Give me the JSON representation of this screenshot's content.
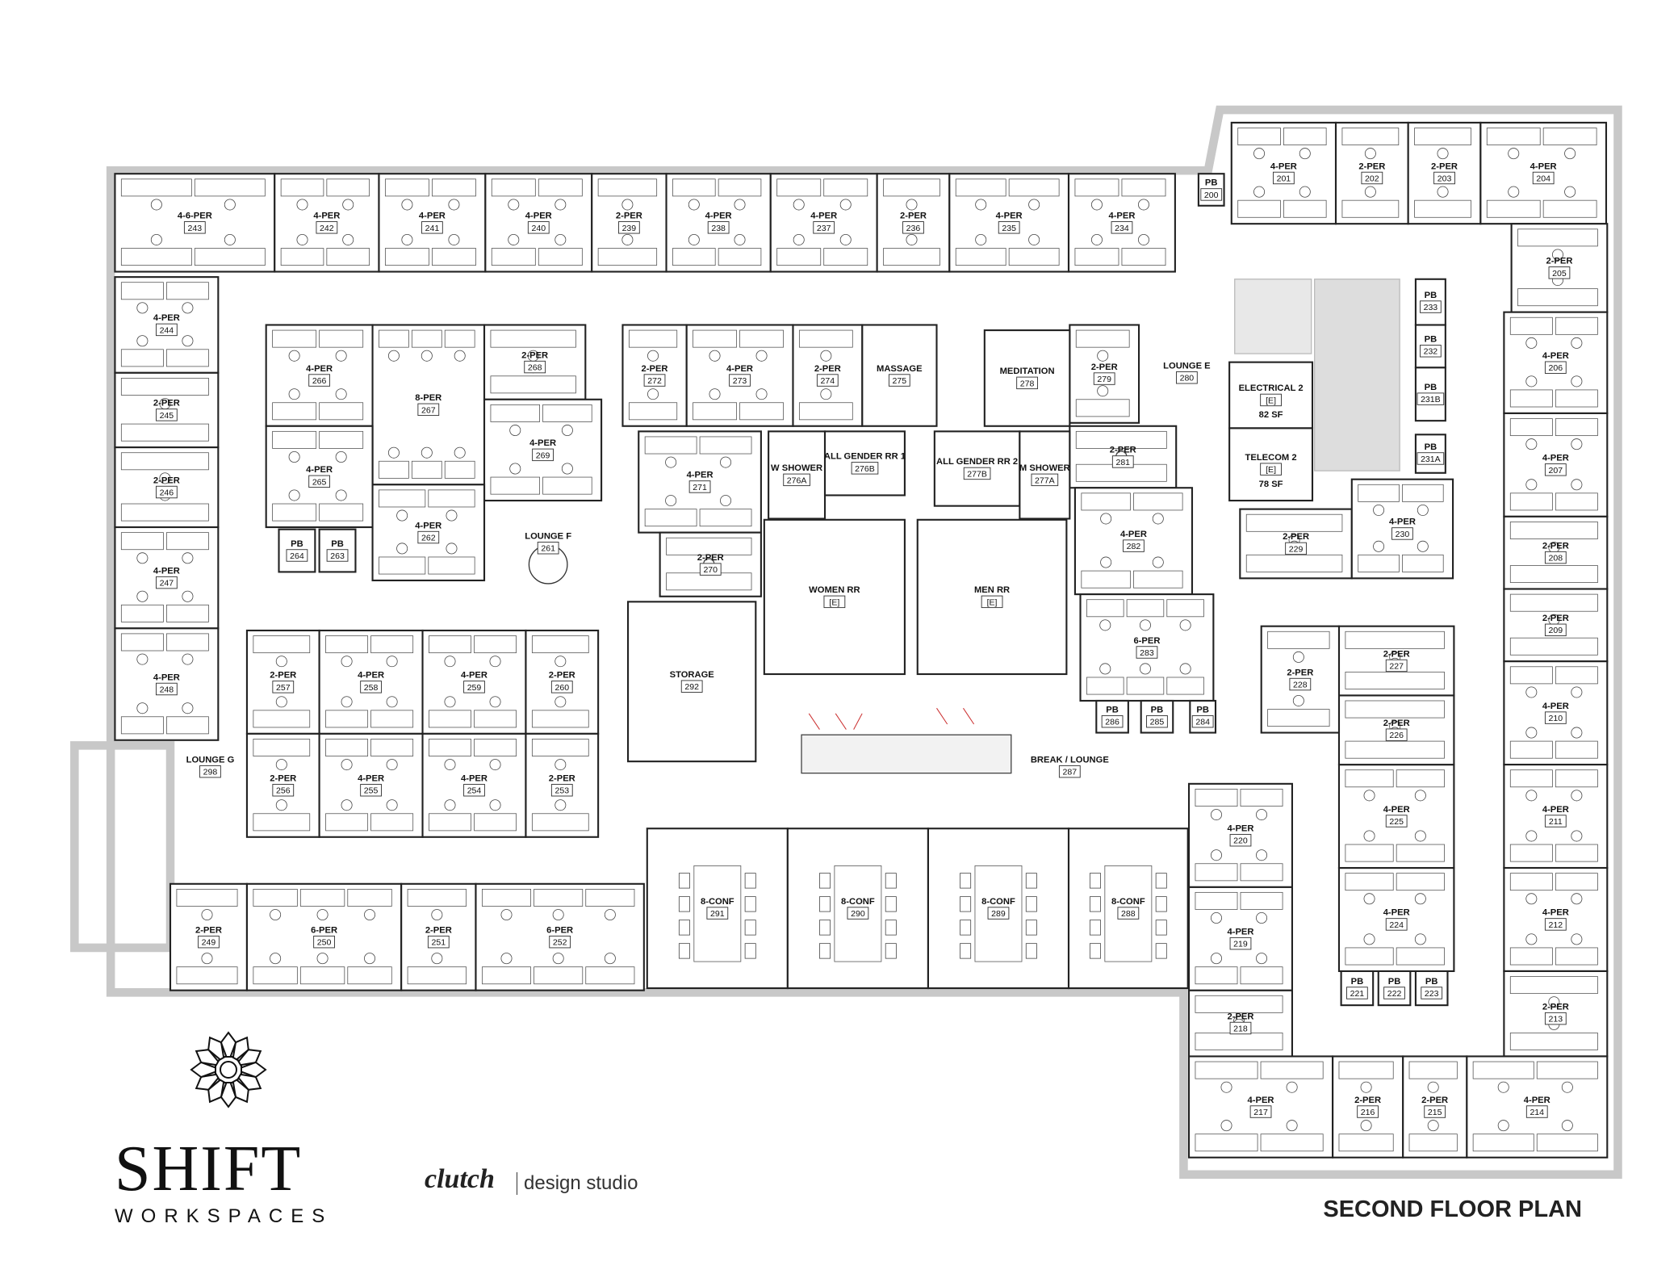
{
  "title": "SECOND FLOOR PLAN",
  "branding": {
    "brand": "SHIFT",
    "brand_sub": "WORKSPACES",
    "designer": "clutch",
    "designer_sub": "design studio"
  },
  "colors": {
    "wall": "#c8c8c8",
    "line": "#222222",
    "accent_fixture": "#cc3333"
  },
  "rooms": [
    {
      "num": "243",
      "label": "4-6-PER"
    },
    {
      "num": "242",
      "label": "4-PER"
    },
    {
      "num": "241",
      "label": "4-PER"
    },
    {
      "num": "240",
      "label": "4-PER"
    },
    {
      "num": "239",
      "label": "2-PER"
    },
    {
      "num": "238",
      "label": "4-PER"
    },
    {
      "num": "237",
      "label": "4-PER"
    },
    {
      "num": "236",
      "label": "2-PER"
    },
    {
      "num": "235",
      "label": "4-PER"
    },
    {
      "num": "234",
      "label": "4-PER"
    },
    {
      "num": "200",
      "label": "PB"
    },
    {
      "num": "201",
      "label": "4-PER"
    },
    {
      "num": "202",
      "label": "2-PER"
    },
    {
      "num": "203",
      "label": "2-PER"
    },
    {
      "num": "204",
      "label": "4-PER"
    },
    {
      "num": "205",
      "label": "2-PER"
    },
    {
      "num": "206",
      "label": "4-PER"
    },
    {
      "num": "207",
      "label": "4-PER"
    },
    {
      "num": "208",
      "label": "2-PER"
    },
    {
      "num": "209",
      "label": "2-PER"
    },
    {
      "num": "210",
      "label": "4-PER"
    },
    {
      "num": "211",
      "label": "4-PER"
    },
    {
      "num": "212",
      "label": "4-PER"
    },
    {
      "num": "213",
      "label": "2-PER"
    },
    {
      "num": "214",
      "label": "4-PER"
    },
    {
      "num": "215",
      "label": "2-PER"
    },
    {
      "num": "216",
      "label": "2-PER"
    },
    {
      "num": "217",
      "label": "4-PER"
    },
    {
      "num": "218",
      "label": "2-PER"
    },
    {
      "num": "219",
      "label": "4-PER"
    },
    {
      "num": "220",
      "label": "4-PER"
    },
    {
      "num": "221",
      "label": "PB"
    },
    {
      "num": "222",
      "label": "PB"
    },
    {
      "num": "223",
      "label": "PB"
    },
    {
      "num": "224",
      "label": "4-PER"
    },
    {
      "num": "225",
      "label": "4-PER"
    },
    {
      "num": "226",
      "label": "2-PER"
    },
    {
      "num": "227",
      "label": "2-PER"
    },
    {
      "num": "228",
      "label": "2-PER"
    },
    {
      "num": "229",
      "label": "2-PER"
    },
    {
      "num": "230",
      "label": "4-PER"
    },
    {
      "num": "231A",
      "label": "PB"
    },
    {
      "num": "231B",
      "label": "PB"
    },
    {
      "num": "232",
      "label": "PB"
    },
    {
      "num": "233",
      "label": "PB"
    },
    {
      "num": "[E]",
      "label": "ELECTRICAL 2",
      "extra": "82 SF",
      "key": "elec"
    },
    {
      "num": "[E]",
      "label": "TELECOM 2",
      "extra": "78 SF",
      "key": "tele"
    },
    {
      "num": "280",
      "label": "LOUNGE E"
    },
    {
      "num": "279",
      "label": "2-PER"
    },
    {
      "num": "281",
      "label": "2-PER"
    },
    {
      "num": "282",
      "label": "4-PER"
    },
    {
      "num": "283",
      "label": "6-PER"
    },
    {
      "num": "284",
      "label": "PB"
    },
    {
      "num": "285",
      "label": "PB"
    },
    {
      "num": "286",
      "label": "PB"
    },
    {
      "num": "278",
      "label": "MEDITATION"
    },
    {
      "num": "275",
      "label": "MASSAGE"
    },
    {
      "num": "274",
      "label": "2-PER"
    },
    {
      "num": "273",
      "label": "4-PER"
    },
    {
      "num": "272",
      "label": "2-PER"
    },
    {
      "num": "271",
      "label": "4-PER"
    },
    {
      "num": "270",
      "label": "2-PER"
    },
    {
      "num": "276A",
      "label": "W SHOWER"
    },
    {
      "num": "276B",
      "label": "ALL GENDER RR 1"
    },
    {
      "num": "277B",
      "label": "ALL GENDER RR 2"
    },
    {
      "num": "277A",
      "label": "M SHOWER"
    },
    {
      "num": "[E]",
      "label": "WOMEN RR",
      "key": "women"
    },
    {
      "num": "[E]",
      "label": "MEN RR",
      "key": "men"
    },
    {
      "num": "292",
      "label": "STORAGE"
    },
    {
      "num": "287",
      "label": "BREAK / LOUNGE"
    },
    {
      "num": "261",
      "label": "LOUNGE F"
    },
    {
      "num": "266",
      "label": "4-PER"
    },
    {
      "num": "267",
      "label": "8-PER"
    },
    {
      "num": "268",
      "label": "2-PER"
    },
    {
      "num": "269",
      "label": "4-PER"
    },
    {
      "num": "265",
      "label": "4-PER"
    },
    {
      "num": "262",
      "label": "4-PER"
    },
    {
      "num": "264",
      "label": "PB"
    },
    {
      "num": "263",
      "label": "PB"
    },
    {
      "num": "244",
      "label": "4-PER"
    },
    {
      "num": "245",
      "label": "2-PER"
    },
    {
      "num": "246",
      "label": "2-PER"
    },
    {
      "num": "247",
      "label": "4-PER"
    },
    {
      "num": "248",
      "label": "4-PER"
    },
    {
      "num": "298",
      "label": "LOUNGE G"
    },
    {
      "num": "257",
      "label": "2-PER"
    },
    {
      "num": "258",
      "label": "4-PER"
    },
    {
      "num": "259",
      "label": "4-PER"
    },
    {
      "num": "260",
      "label": "2-PER"
    },
    {
      "num": "256",
      "label": "2-PER"
    },
    {
      "num": "255",
      "label": "4-PER"
    },
    {
      "num": "254",
      "label": "4-PER"
    },
    {
      "num": "253",
      "label": "2-PER"
    },
    {
      "num": "249",
      "label": "2-PER"
    },
    {
      "num": "250",
      "label": "6-PER"
    },
    {
      "num": "251",
      "label": "2-PER"
    },
    {
      "num": "252",
      "label": "6-PER"
    },
    {
      "num": "291",
      "label": "8-CONF"
    },
    {
      "num": "290",
      "label": "8-CONF"
    },
    {
      "num": "289",
      "label": "8-CONF"
    },
    {
      "num": "288",
      "label": "8-CONF"
    }
  ]
}
